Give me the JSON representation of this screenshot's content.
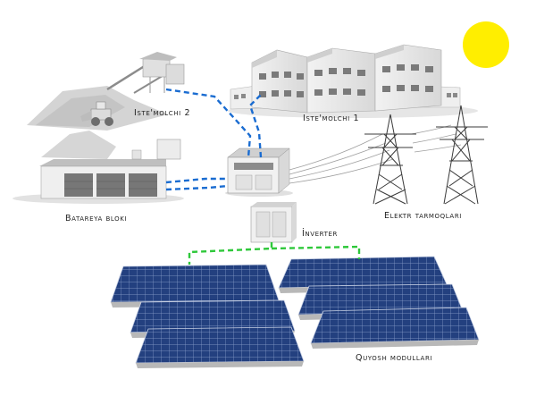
{
  "labels": {
    "consumer2": "Iste'molchi 2",
    "consumer1": "Iste'molchi 1",
    "battery": "Batareya bloki",
    "inverter": "İnverter",
    "grid": "Elektr tarmoqlari",
    "solar": "Quyosh modullari"
  },
  "colors": {
    "sun": "#ffee00",
    "panel": "#23407f",
    "dc_line": "#2ec83a",
    "ac_line": "#1a6cd1",
    "building": "#e9e9e9",
    "outline": "#9a9a9a"
  },
  "icons": [
    "sun-icon",
    "factory-icon",
    "quarry-icon",
    "battery-cabinet-icon",
    "transformer-icon",
    "inverter-icon",
    "pylon-icon",
    "solar-panel-icon"
  ]
}
